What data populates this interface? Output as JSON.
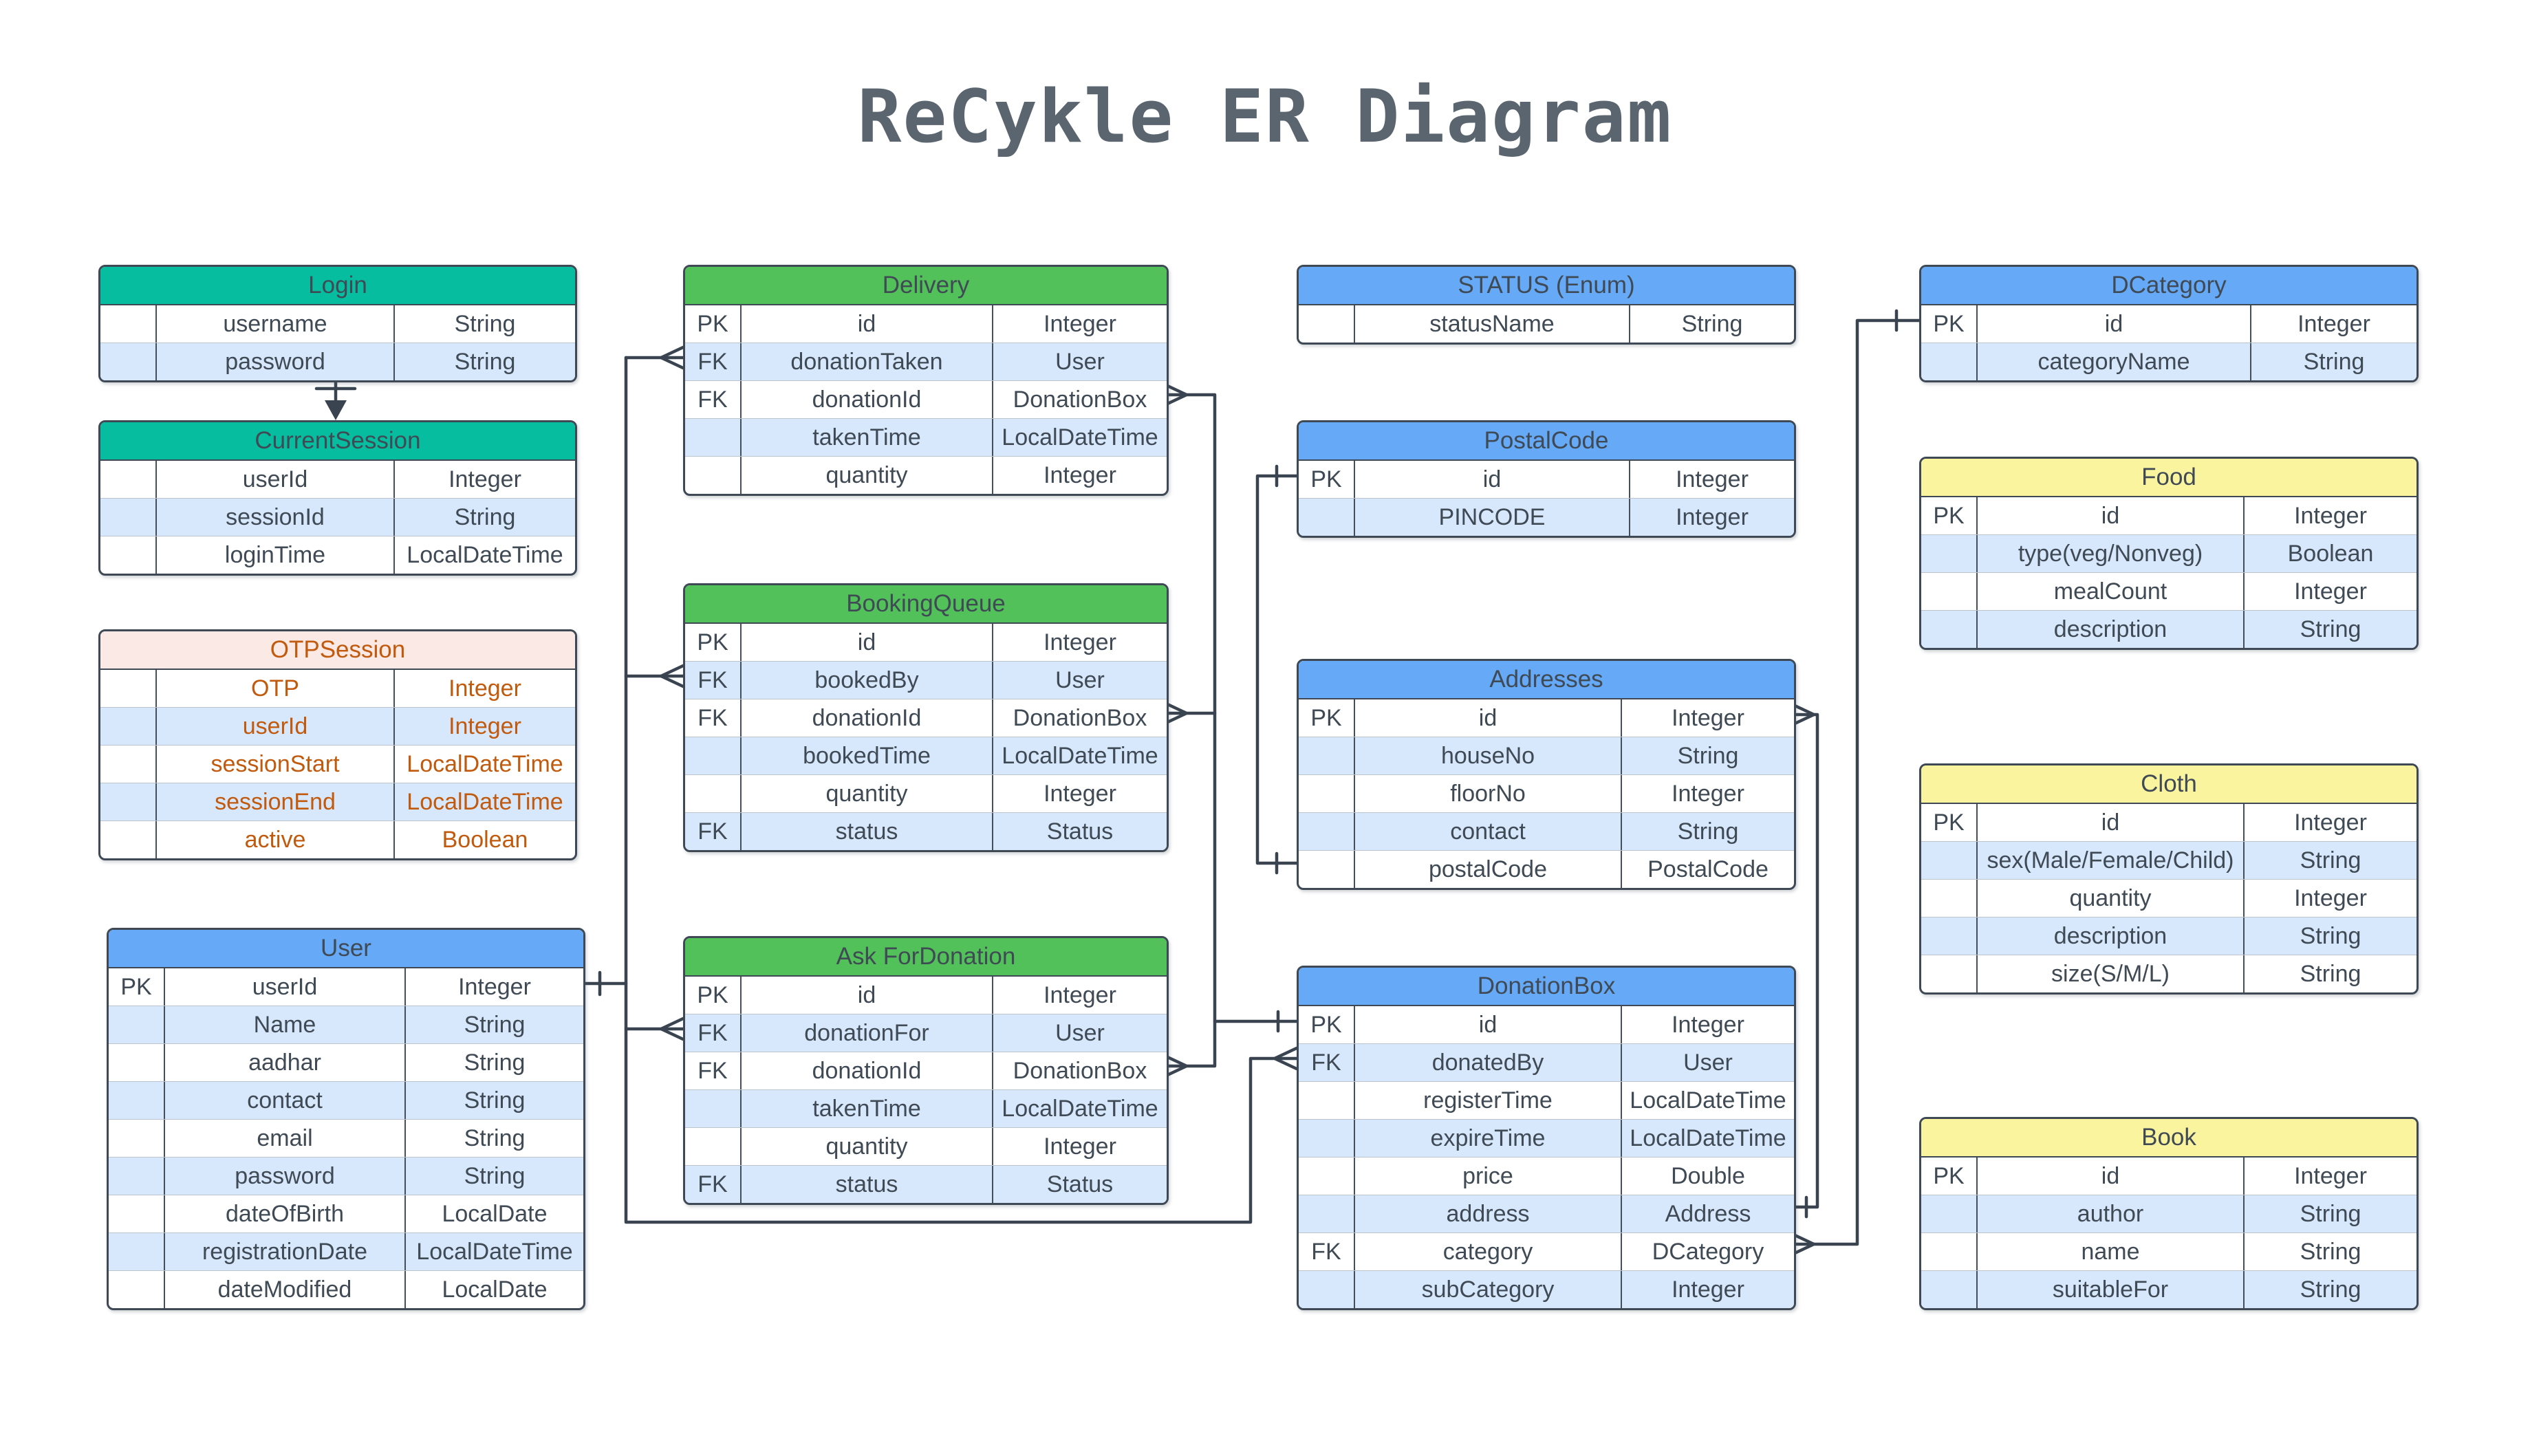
{
  "title": "ReCykle ER Diagram",
  "colors": {
    "teal": "#07BDA0",
    "green": "#52C15A",
    "blue": "#65A9F7",
    "yellow": "#FBF49E",
    "pink": "#FBE9E5",
    "orange_text": "#C25A0D",
    "row_alt": "#D7E7FC",
    "line": "#3A4450",
    "text": "#3F4A55",
    "title_text": "#5A656F"
  },
  "tables": [
    {
      "id": "login",
      "title": "Login",
      "theme": "teal",
      "rows": [
        [
          "",
          "username",
          "String"
        ],
        [
          "",
          "password",
          "String"
        ]
      ]
    },
    {
      "id": "currentsession",
      "title": "CurrentSession",
      "theme": "teal",
      "rows": [
        [
          "",
          "userId",
          "Integer"
        ],
        [
          "",
          "sessionId",
          "String"
        ],
        [
          "",
          "loginTime",
          "LocalDateTime"
        ]
      ]
    },
    {
      "id": "otpsession",
      "title": "OTPSession",
      "theme": "pink",
      "rows": [
        [
          "",
          "OTP",
          "Integer"
        ],
        [
          "",
          "userId",
          "Integer"
        ],
        [
          "",
          "sessionStart",
          "LocalDateTime"
        ],
        [
          "",
          "sessionEnd",
          "LocalDateTime"
        ],
        [
          "",
          "active",
          "Boolean"
        ]
      ]
    },
    {
      "id": "user",
      "title": "User",
      "theme": "blue",
      "rows": [
        [
          "PK",
          "userId",
          "Integer"
        ],
        [
          "",
          "Name",
          "String"
        ],
        [
          "",
          "aadhar",
          "String"
        ],
        [
          "",
          "contact",
          "String"
        ],
        [
          "",
          "email",
          "String"
        ],
        [
          "",
          "password",
          "String"
        ],
        [
          "",
          "dateOfBirth",
          "LocalDate"
        ],
        [
          "",
          "registrationDate",
          "LocalDateTime"
        ],
        [
          "",
          "dateModified",
          "LocalDate"
        ]
      ]
    },
    {
      "id": "delivery",
      "title": "Delivery",
      "theme": "green",
      "rows": [
        [
          "PK",
          "id",
          "Integer"
        ],
        [
          "FK",
          "donationTaken",
          "User"
        ],
        [
          "FK",
          "donationId",
          "DonationBox"
        ],
        [
          "",
          "takenTime",
          "LocalDateTime"
        ],
        [
          "",
          "quantity",
          "Integer"
        ]
      ]
    },
    {
      "id": "bookingqueue",
      "title": "BookingQueue",
      "theme": "green",
      "rows": [
        [
          "PK",
          "id",
          "Integer"
        ],
        [
          "FK",
          "bookedBy",
          "User"
        ],
        [
          "FK",
          "donationId",
          "DonationBox"
        ],
        [
          "",
          "bookedTime",
          "LocalDateTime"
        ],
        [
          "",
          "quantity",
          "Integer"
        ],
        [
          "FK",
          "status",
          "Status"
        ]
      ]
    },
    {
      "id": "askfordonation",
      "title": "Ask ForDonation",
      "theme": "green",
      "rows": [
        [
          "PK",
          "id",
          "Integer"
        ],
        [
          "FK",
          "donationFor",
          "User"
        ],
        [
          "FK",
          "donationId",
          "DonationBox"
        ],
        [
          "",
          "takenTime",
          "LocalDateTime"
        ],
        [
          "",
          "quantity",
          "Integer"
        ],
        [
          "FK",
          "status",
          "Status"
        ]
      ]
    },
    {
      "id": "status",
      "title": "STATUS (Enum)",
      "theme": "blue",
      "rows": [
        [
          "",
          "statusName",
          "String"
        ]
      ]
    },
    {
      "id": "postalcode",
      "title": "PostalCode",
      "theme": "blue",
      "rows": [
        [
          "PK",
          "id",
          "Integer"
        ],
        [
          "",
          "PINCODE",
          "Integer"
        ]
      ]
    },
    {
      "id": "addresses",
      "title": "Addresses",
      "theme": "blue",
      "rows": [
        [
          "PK",
          "id",
          "Integer"
        ],
        [
          "",
          "houseNo",
          "String"
        ],
        [
          "",
          "floorNo",
          "Integer"
        ],
        [
          "",
          "contact",
          "String"
        ],
        [
          "",
          "postalCode",
          "PostalCode"
        ]
      ]
    },
    {
      "id": "donationbox",
      "title": "DonationBox",
      "theme": "blue",
      "rows": [
        [
          "PK",
          "id",
          "Integer"
        ],
        [
          "FK",
          "donatedBy",
          "User"
        ],
        [
          "",
          "registerTime",
          "LocalDateTime"
        ],
        [
          "",
          "expireTime",
          "LocalDateTime"
        ],
        [
          "",
          "price",
          "Double"
        ],
        [
          "",
          "address",
          "Address"
        ],
        [
          "FK",
          "category",
          "DCategory"
        ],
        [
          "",
          "subCategory",
          "Integer"
        ]
      ]
    },
    {
      "id": "dcategory",
      "title": "DCategory",
      "theme": "blue",
      "rows": [
        [
          "PK",
          "id",
          "Integer"
        ],
        [
          "",
          "categoryName",
          "String"
        ]
      ]
    },
    {
      "id": "food",
      "title": "Food",
      "theme": "yellow",
      "rows": [
        [
          "PK",
          "id",
          "Integer"
        ],
        [
          "",
          "type(veg/Nonveg)",
          "Boolean"
        ],
        [
          "",
          "mealCount",
          "Integer"
        ],
        [
          "",
          "description",
          "String"
        ]
      ]
    },
    {
      "id": "cloth",
      "title": "Cloth",
      "theme": "yellow",
      "rows": [
        [
          "PK",
          "id",
          "Integer"
        ],
        [
          "",
          "sex(Male/Female/Child)",
          "String"
        ],
        [
          "",
          "quantity",
          "Integer"
        ],
        [
          "",
          "description",
          "String"
        ],
        [
          "",
          "size(S/M/L)",
          "String"
        ]
      ]
    },
    {
      "id": "book",
      "title": "Book",
      "theme": "yellow",
      "rows": [
        [
          "PK",
          "id",
          "Integer"
        ],
        [
          "",
          "author",
          "String"
        ],
        [
          "",
          "name",
          "String"
        ],
        [
          "",
          "suitableFor",
          "String"
        ]
      ]
    }
  ],
  "relationships": [
    {
      "id": "login-currentsession",
      "from": "Login",
      "to": "CurrentSession",
      "from_end": "one",
      "to_end": "arrow"
    },
    {
      "id": "user-delivery",
      "from": "User.userId",
      "to": "Delivery.donationTaken",
      "from_end": "one",
      "to_end": "many"
    },
    {
      "id": "user-bookingqueue",
      "from": "User.userId",
      "to": "BookingQueue.bookedBy",
      "from_end": "one",
      "to_end": "many"
    },
    {
      "id": "user-askfordonation",
      "from": "User.userId",
      "to": "AskForDonation.donationFor",
      "from_end": "one",
      "to_end": "many"
    },
    {
      "id": "user-donationbox",
      "from": "User.userId",
      "to": "DonationBox.donatedBy",
      "from_end": "one",
      "to_end": "many"
    },
    {
      "id": "delivery-donationbox",
      "from": "Delivery.donationId",
      "to": "DonationBox.id",
      "from_end": "many",
      "to_end": "one"
    },
    {
      "id": "bookingqueue-donationbox",
      "from": "BookingQueue.donationId",
      "to": "DonationBox.id",
      "from_end": "many",
      "to_end": "one"
    },
    {
      "id": "askfordonation-donationbox",
      "from": "AskForDonation.donationId",
      "to": "DonationBox.id",
      "from_end": "many",
      "to_end": "one"
    },
    {
      "id": "postalcode-addresses",
      "from": "PostalCode.id",
      "to": "Addresses.postalCode",
      "from_end": "one",
      "to_end": "one"
    },
    {
      "id": "addresses-donationbox",
      "from": "Addresses.id",
      "to": "DonationBox.address",
      "from_end": "many",
      "to_end": "one"
    },
    {
      "id": "donationbox-dcategory",
      "from": "DonationBox.category",
      "to": "DCategory.id",
      "from_end": "many",
      "to_end": "one"
    }
  ]
}
